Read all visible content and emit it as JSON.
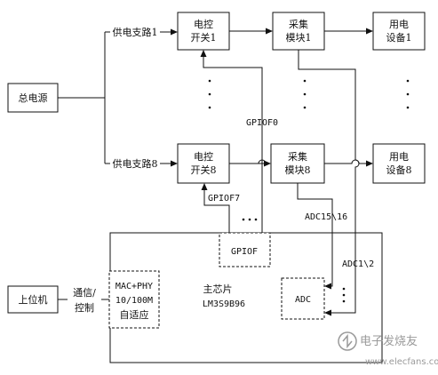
{
  "power": {
    "label": "总电源"
  },
  "branches": {
    "branch1": "供电支路1",
    "branch8": "供电支路8"
  },
  "switches": {
    "sw1": [
      "电控",
      "开关1"
    ],
    "sw8": [
      "电控",
      "开关8"
    ]
  },
  "collectors": {
    "c1": [
      "采集",
      "模块1"
    ],
    "c8": [
      "采集",
      "模块8"
    ]
  },
  "devices": {
    "d1": [
      "用电",
      "设备1"
    ],
    "d8": [
      "用电",
      "设备8"
    ]
  },
  "signals": {
    "gpiof0": "GPIOF0",
    "gpiof7": "GPIOF7",
    "adc15_16": "ADC15\\16",
    "adc1_2": "ADC1\\2"
  },
  "chip": {
    "gpiof": "GPIOF",
    "adc": "ADC",
    "name": "主芯片",
    "model": "LM3S9B96",
    "mac": [
      "MAC+PHY",
      "10/100M",
      "自适应"
    ]
  },
  "host": {
    "label": "上位机",
    "link": [
      "通信/",
      "控制"
    ]
  },
  "watermark": {
    "brand": "电子发烧友",
    "url": "www.elecfans.com"
  },
  "colors": {
    "line": "#111111",
    "watermark": "#9a9a9a"
  }
}
